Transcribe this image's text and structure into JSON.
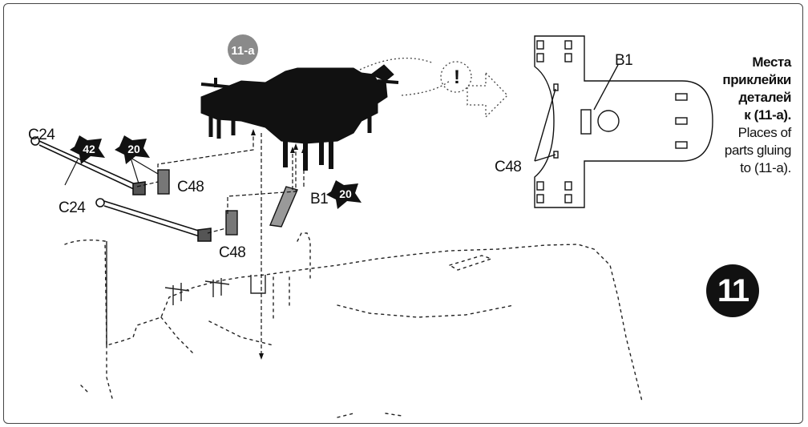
{
  "sub_badge": "11-a",
  "step_number": "11",
  "labels": {
    "c24_top": "C24",
    "c24_bottom": "C24",
    "c48_top": "C48",
    "c48_bottom": "C48",
    "b1": "B1",
    "b1_inset": "B1",
    "c48_inset": "C48"
  },
  "counts": {
    "c24_count": "42",
    "c48_count": "20",
    "b1_count": "20"
  },
  "attention_mark": "!",
  "caption": {
    "ru": [
      "Места",
      "приклейки",
      "деталей",
      "к (11-а)."
    ],
    "en": [
      "Places of",
      "parts gluing",
      "to (11-а)."
    ]
  }
}
